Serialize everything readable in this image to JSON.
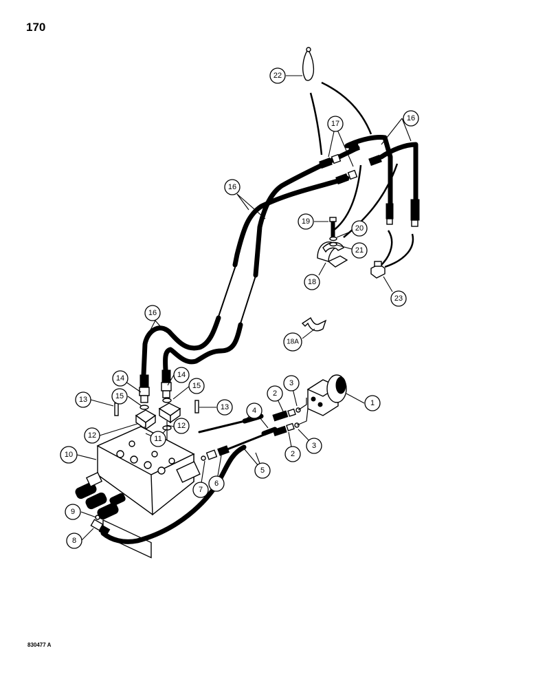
{
  "page_number": "170",
  "figure_code": "830477 A",
  "callouts": [
    {
      "id": "c1",
      "label": "1"
    },
    {
      "id": "c2a",
      "label": "2"
    },
    {
      "id": "c2b",
      "label": "2"
    },
    {
      "id": "c3a",
      "label": "3"
    },
    {
      "id": "c3b",
      "label": "3"
    },
    {
      "id": "c4",
      "label": "4"
    },
    {
      "id": "c5",
      "label": "5"
    },
    {
      "id": "c6",
      "label": "6"
    },
    {
      "id": "c7",
      "label": "7"
    },
    {
      "id": "c8",
      "label": "8"
    },
    {
      "id": "c9",
      "label": "9"
    },
    {
      "id": "c10",
      "label": "10"
    },
    {
      "id": "c11",
      "label": "11"
    },
    {
      "id": "c12a",
      "label": "12"
    },
    {
      "id": "c12b",
      "label": "12"
    },
    {
      "id": "c13a",
      "label": "13"
    },
    {
      "id": "c13b",
      "label": "13"
    },
    {
      "id": "c14a",
      "label": "14"
    },
    {
      "id": "c14b",
      "label": "14"
    },
    {
      "id": "c15a",
      "label": "15"
    },
    {
      "id": "c15b",
      "label": "15"
    },
    {
      "id": "c16a",
      "label": "16"
    },
    {
      "id": "c16b",
      "label": "16"
    },
    {
      "id": "c16c",
      "label": "16"
    },
    {
      "id": "c17",
      "label": "17"
    },
    {
      "id": "c18",
      "label": "18"
    },
    {
      "id": "c18a",
      "label": "18A"
    },
    {
      "id": "c19",
      "label": "19"
    },
    {
      "id": "c20",
      "label": "20"
    },
    {
      "id": "c21",
      "label": "21"
    },
    {
      "id": "c22",
      "label": "22"
    },
    {
      "id": "c23",
      "label": "23"
    }
  ]
}
